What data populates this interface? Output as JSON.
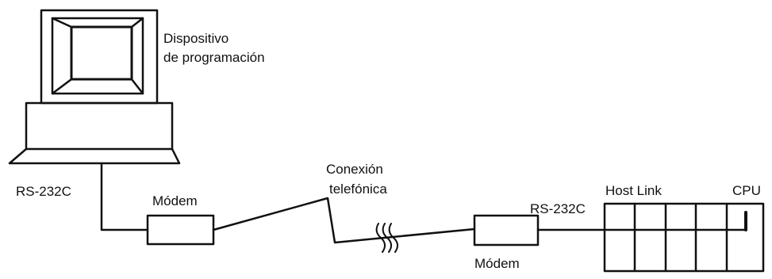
{
  "labels": {
    "programming_device_line1": "Dispositivo",
    "programming_device_line2": "de programación",
    "rs232c_left": "RS-232C",
    "modem_left": "Módem",
    "phone_line1": "Conexión",
    "phone_line2": "telefónica",
    "rs232c_right": "RS-232C",
    "modem_right": "Módem",
    "host_link": "Host Link",
    "cpu": "CPU"
  },
  "colors": {
    "line": "#111111",
    "background": "#ffffff"
  }
}
